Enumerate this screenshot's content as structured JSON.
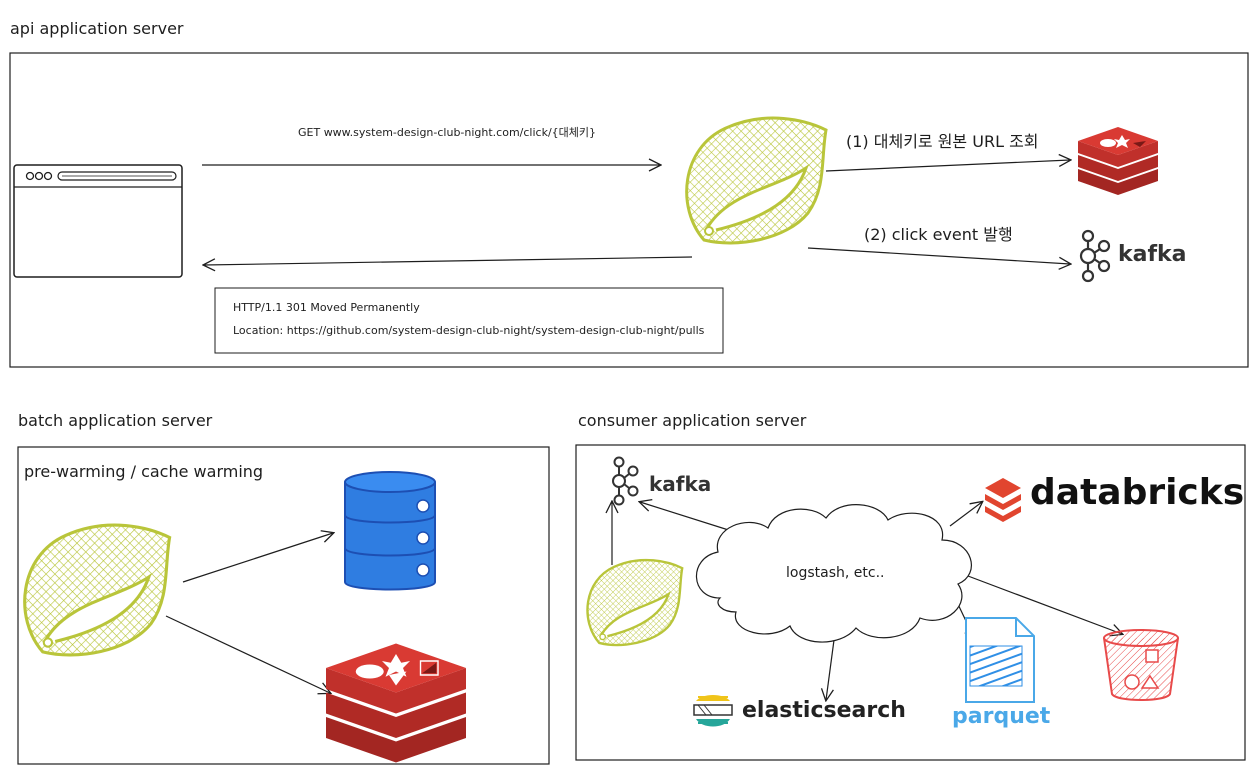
{
  "sections": {
    "api": {
      "label": "api application server"
    },
    "batch": {
      "label": "batch application server",
      "note": "pre-warming / cache warming"
    },
    "consumer": {
      "label": "consumer application server"
    }
  },
  "api_flow": {
    "request": "GET www.system-design-club-night.com/click/{대체키}",
    "step1": "(1) 대체키로 원본 URL 조회",
    "step2": "(2) click event 발행",
    "response_status": "HTTP/1.1 301 Moved Permanently",
    "response_location": "Location: https://github.com/system-design-club-night/system-design-club-night/pulls"
  },
  "consumer_flow": {
    "cloud_label": "logstash, etc.."
  },
  "brands": {
    "kafka_api": "kafka",
    "kafka_consumer": "kafka",
    "databricks": "databricks",
    "elasticsearch": "elasticsearch",
    "parquet": "parquet"
  },
  "colors": {
    "spring": "#b9c53a",
    "redis": "#c0302b",
    "database": "#2f7de1",
    "databricks": "#e1452f",
    "parquet": "#4aa8e8",
    "s3": "#e84a4a",
    "elastic_yellow": "#f0c419",
    "elastic_teal": "#26a69a",
    "kafka": "#333333"
  },
  "icons": {
    "browser": "browser-window-icon",
    "spring": "spring-leaf-icon",
    "redis": "redis-stack-icon",
    "kafka": "kafka-icon",
    "database": "database-cylinder-icon",
    "databricks": "databricks-icon",
    "elasticsearch": "elasticsearch-icon",
    "parquet": "parquet-file-icon",
    "s3": "s3-bucket-icon"
  }
}
